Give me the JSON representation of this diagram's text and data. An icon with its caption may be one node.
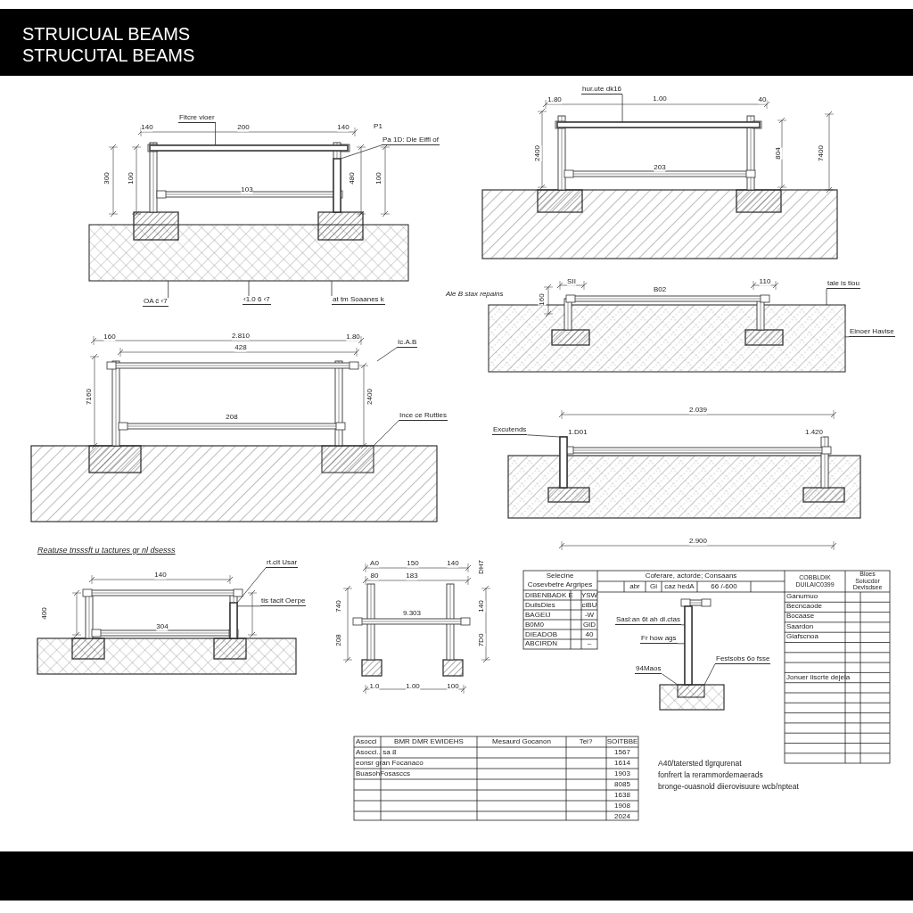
{
  "diagram": {
    "title": "STRUICUAL BEAMS",
    "nodes": [
      {
        "text": [
          "Fitcre vioer"
        ]
      },
      {
        "text": [
          "Pa 1D: Die Eiffl of"
        ]
      },
      {
        "text": [
          "OA ĉ ‹7"
        ]
      },
      {
        "text": [
          "‹1.0 6 ‹7"
        ]
      },
      {
        "text": [
          "at tm Soaanes k"
        ]
      },
      {
        "text": [
          "hur.ute dk16"
        ]
      },
      {
        "text": [
          "tale is tiou"
        ]
      },
      {
        "text": [
          "Einoer Havise"
        ]
      },
      {
        "text": [
          "Ic.A.B"
        ]
      },
      {
        "text": [
          "Ince ce Rutties"
        ]
      },
      {
        "text": [
          "Excutends"
        ]
      },
      {
        "text": [
          "rt.cit Usar"
        ]
      },
      {
        "text": [
          "tis tacit Oerpe"
        ]
      },
      {
        "text": [
          "Sasl:an 6t ah dl.ctas"
        ]
      },
      {
        "text": [
          "Fr how ags"
        ]
      },
      {
        "text": [
          "Festsobs 6o fsse"
        ]
      },
      {
        "text": [
          "94Maos"
        ]
      },
      {
        "text": [],
        "shape": "bar"
      },
      {
        "text": [],
        "shape": "bar"
      },
      {
        "text": [],
        "shape": "box"
      },
      {
        "text": [],
        "shape": "bar"
      },
      {
        "text": [],
        "shape": "box"
      },
      {
        "text": [],
        "shape": "box"
      },
      {
        "text": [],
        "shape": "bar"
      },
      {
        "text": [],
        "shape": "bar"
      },
      {
        "text": [],
        "shape": "bar"
      },
      {
        "text": [],
        "shape": "box"
      }
    ],
    "edges": [
      {
        "from": 0,
        "to": 17,
        "arrow": "none"
      },
      {
        "from": 1,
        "to": 18,
        "arrow": "none"
      },
      {
        "from": 2,
        "to": 19,
        "arrow": "none"
      },
      {
        "from": 3,
        "to": 19,
        "arrow": "none"
      },
      {
        "from": 4,
        "to": 19,
        "arrow": "none"
      },
      {
        "from": 5,
        "to": 20,
        "arrow": "none"
      },
      {
        "from": 6,
        "to": 21,
        "arrow": "none"
      },
      {
        "from": 7,
        "to": 21,
        "arrow": "none"
      },
      {
        "from": 8,
        "to": null,
        "arrow": "none"
      },
      {
        "from": 9,
        "to": 22,
        "arrow": "none"
      },
      {
        "from": 10,
        "to": 23,
        "arrow": "none"
      },
      {
        "from": 11,
        "to": 24,
        "arrow": "none"
      },
      {
        "from": 12,
        "to": 24,
        "arrow": "none"
      },
      {
        "from": 13,
        "to": 25,
        "arrow": "none"
      },
      {
        "from": 14,
        "to": 25,
        "arrow": "none"
      },
      {
        "from": 15,
        "to": 26,
        "arrow": "none"
      },
      {
        "from": 16,
        "to": 26,
        "arrow": "none"
      }
    ],
    "labels": [
      "STRUCUTAL BEAMS",
      "140",
      "200",
      "140",
      "P1",
      "300",
      "100",
      "103",
      "480",
      "100",
      "1.80",
      "1.00",
      "40",
      "2400",
      "203",
      "804",
      "7400",
      "Ale B stax repains",
      "SII",
      "B02",
      "110",
      "160",
      "160",
      "2.810",
      "1.80",
      "428",
      "7160",
      "208",
      "2400",
      "2.039",
      "1.D01",
      "1.420",
      "2.900",
      "Reatuse tnsssft u tactures gr nl dsesss",
      "140",
      "400",
      "304",
      "A0",
      "150",
      "140",
      "DH7",
      "80",
      "183",
      "740",
      "9.303",
      "140",
      "208",
      "7D0",
      "1.0",
      "1.00",
      "100",
      "Selecine",
      "Cosevbetre Argripes",
      "DIBENBADK E",
      "YSW",
      "DuilsDies",
      "ciBU",
      "BAGEIJ",
      "-W",
      "B0M0",
      "GID",
      "DIEADOB",
      "40",
      "ABCIRDN",
      "–",
      "Coferare, actorde; Consaans",
      "abr",
      "Gi",
      "caz hedA",
      "66 /-600",
      "COBBLDIK DUILAIC0399",
      "Bloes Soiucdor Devlsdsee",
      "Ganumuo",
      "Becncaode",
      "Bocaase",
      "Saardon",
      "Giafscnoa",
      "Jonuer iiscrte dejela",
      "Asocci",
      "BMR DMR EWIDEHS",
      "Mesaurd Gocanon",
      "Tei?",
      "SOITBBE",
      "Asocci.. sa 8",
      "eonsr gran Focanaco",
      "BuasohFosasccs",
      "1567",
      "1614",
      "1903",
      "8085",
      "1638",
      "1908",
      "2024",
      "A40/tatersted tlgrqurenat",
      "fonfrert la rerammordemaerads",
      "bronge-ouasnold diierovisuure wcb/npteat"
    ]
  }
}
